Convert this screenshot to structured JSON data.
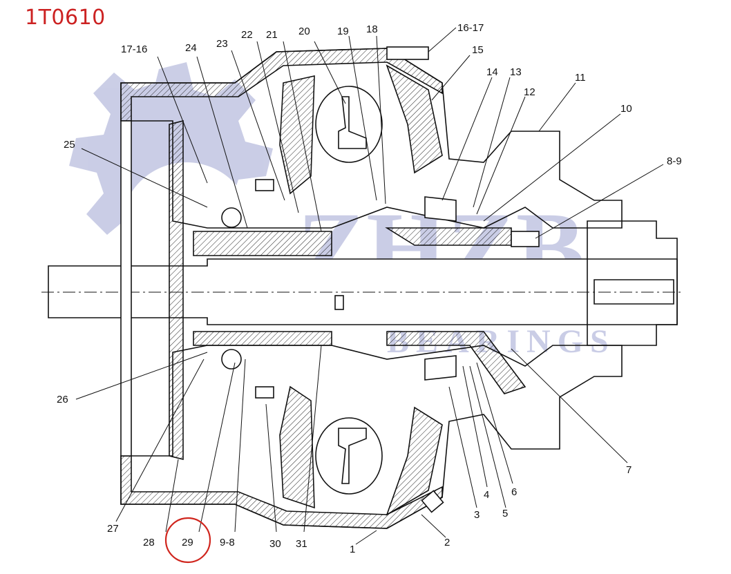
{
  "part_number": "1T0610",
  "watermark": {
    "brand": "ZHZB",
    "subtitle": "BEARINGS"
  },
  "highlight_color": "#d0261e",
  "highlighted_callout": "29",
  "callouts": {
    "c1716": "17-16",
    "c24": "24",
    "c23": "23",
    "c22": "22",
    "c21": "21",
    "c20": "20",
    "c19": "19",
    "c18": "18",
    "c1617": "16-17",
    "c15": "15",
    "c14": "14",
    "c13": "13",
    "c12": "12",
    "c11": "11",
    "c10": "10",
    "c89": "8-9",
    "c25": "25",
    "c26": "26",
    "c7": "7",
    "c6": "6",
    "c4": "4",
    "c5": "5",
    "c3": "3",
    "c2": "2",
    "c1": "1",
    "c31": "31",
    "c30": "30",
    "c98": "9-8",
    "c29": "29",
    "c28": "28",
    "c27": "27"
  }
}
